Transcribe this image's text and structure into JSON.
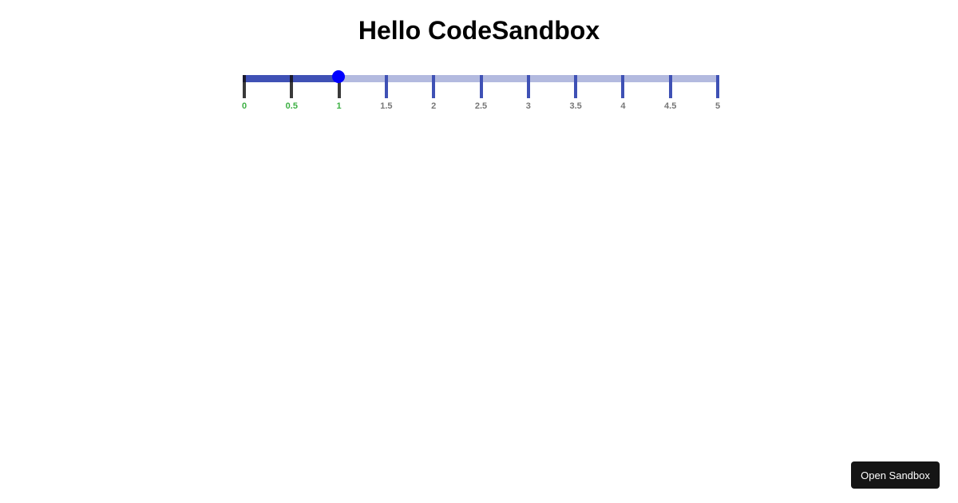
{
  "page": {
    "title": "Hello CodeSandbox"
  },
  "slider": {
    "min": 0,
    "max": 5,
    "step": 0.5,
    "value": 1,
    "colors": {
      "track": "#3f51b5",
      "rail": "#b3badf",
      "thumb": "#0000ff",
      "active_mark": "#3a3a3a",
      "inactive_mark": "#3f51b5",
      "active_label": "#3cb043",
      "inactive_label": "#777777"
    },
    "marks": [
      {
        "value": 0,
        "label": "0"
      },
      {
        "value": 0.5,
        "label": "0.5"
      },
      {
        "value": 1,
        "label": "1"
      },
      {
        "value": 1.5,
        "label": "1.5"
      },
      {
        "value": 2,
        "label": "2"
      },
      {
        "value": 2.5,
        "label": "2.5"
      },
      {
        "value": 3,
        "label": "3"
      },
      {
        "value": 3.5,
        "label": "3.5"
      },
      {
        "value": 4,
        "label": "4"
      },
      {
        "value": 4.5,
        "label": "4.5"
      },
      {
        "value": 5,
        "label": "5"
      }
    ]
  },
  "footer": {
    "open_sandbox_label": "Open Sandbox"
  }
}
